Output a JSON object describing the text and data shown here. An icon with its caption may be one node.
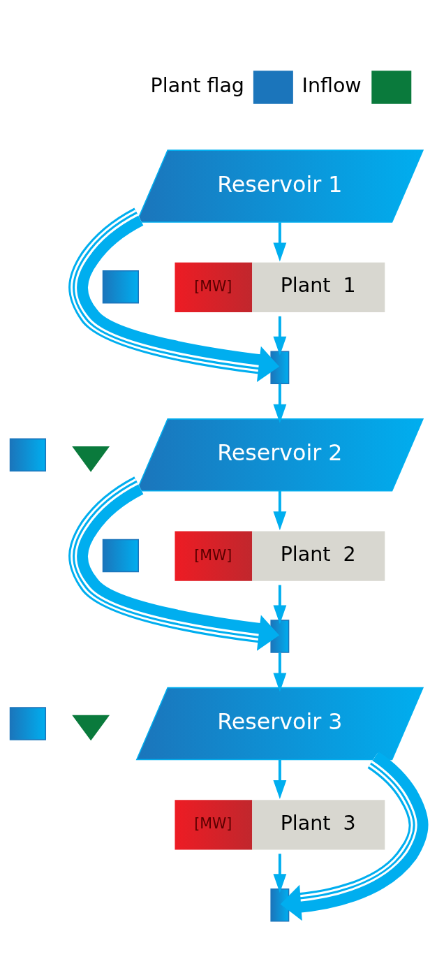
{
  "diagram": {
    "nodes": [
      {
        "text": [
          "Reservoir 1"
        ]
      },
      {
        "text": [],
        "shape": "box"
      },
      {
        "text": [
          "[MW]",
          "Plant  1"
        ]
      },
      {
        "text": [],
        "shape": "bar"
      },
      {
        "text": [],
        "shape": "box"
      },
      {
        "text": [],
        "shape": "triangle"
      },
      {
        "text": [
          "Reservoir 2"
        ]
      },
      {
        "text": [],
        "shape": "box"
      },
      {
        "text": [
          "[MW]",
          "Plant  2"
        ]
      },
      {
        "text": [],
        "shape": "bar"
      },
      {
        "text": [],
        "shape": "box"
      },
      {
        "text": [],
        "shape": "triangle"
      },
      {
        "text": [
          "Reservoir 3"
        ]
      },
      {
        "text": [
          "[MW]",
          "Plant  3"
        ]
      },
      {
        "text": [],
        "shape": "bar"
      }
    ],
    "edges": [
      {
        "from": 0,
        "to": 2,
        "arrow": "to"
      },
      {
        "from": 2,
        "to": 3,
        "arrow": "to"
      },
      {
        "from": 0,
        "to": 3,
        "arrow": "to",
        "style": "thick"
      },
      {
        "from": 3,
        "to": 6,
        "arrow": "to"
      },
      {
        "from": 6,
        "to": 8,
        "arrow": "to"
      },
      {
        "from": 8,
        "to": 9,
        "arrow": "to"
      },
      {
        "from": 6,
        "to": 9,
        "arrow": "to",
        "style": "thick"
      },
      {
        "from": 9,
        "to": 12,
        "arrow": "to"
      },
      {
        "from": 12,
        "to": 13,
        "arrow": "to"
      },
      {
        "from": 13,
        "to": 14,
        "arrow": "to"
      },
      {
        "from": 12,
        "to": 14,
        "arrow": "to",
        "style": "thick"
      }
    ],
    "legend": [
      {
        "text": "Plant flag",
        "color": "#1b75bb"
      },
      {
        "text": "Inflow",
        "color": "#0a7a3c"
      }
    ]
  }
}
